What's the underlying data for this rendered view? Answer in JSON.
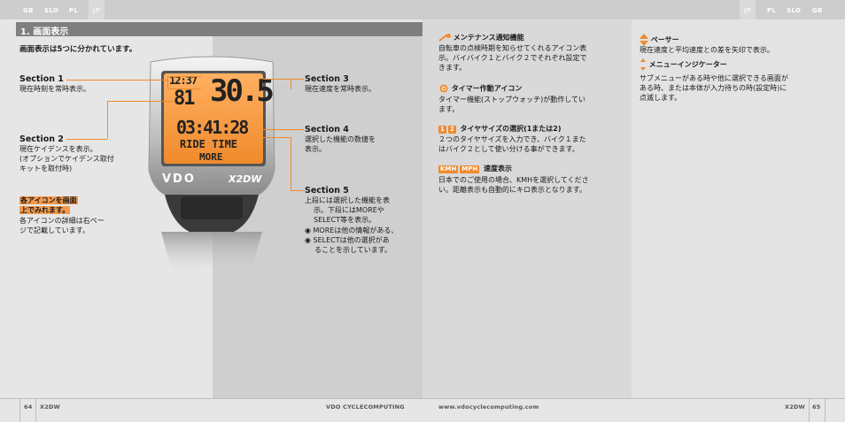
{
  "top_nav_left": [
    "GB",
    "SLO",
    "PL",
    "JP"
  ],
  "top_nav_right": [
    "JP",
    "PL",
    "SLO",
    "GB"
  ],
  "header": {
    "title": "1. 画面表示"
  },
  "intro": "画面表示は5つに分かれています。",
  "sections": {
    "s1": {
      "title": "Section 1",
      "desc": "現在時刻を常時表示。"
    },
    "s2": {
      "title": "Section 2",
      "desc1": "現在ケイデンスを表示。",
      "desc2": "(オプションでケイデンス取付",
      "desc3": "キットを取付時)"
    },
    "s3": {
      "title": "Section 3",
      "desc": "現在速度を常時表示。"
    },
    "s4": {
      "title": "Section 4",
      "desc1": "選択した機能の数値を",
      "desc2": "表示。"
    },
    "s5": {
      "title": "Section 5",
      "desc1": "上段には選択した機能を表",
      "desc2": "示。下段にはMOREや",
      "desc3": "SELECT等を表示。",
      "bullet1a": "MOREは他の情報がある、",
      "bullet2a": "SELECTは他の選択があ",
      "bullet2b": "ることを示しています。"
    }
  },
  "icons_note": {
    "title1": "各アイコンを画面",
    "title2": "上でみれます。",
    "desc1": "各アイコンの詳細は右ペー",
    "desc2": "ジで記載しています。"
  },
  "display": {
    "time": "12:37",
    "speed": "30.5",
    "cadence": "81",
    "value": "03:41:28",
    "function": "RIDE TIME",
    "more": "MORE",
    "brand": "VDO",
    "model": "X2DW"
  },
  "mid": {
    "maint": {
      "title": "メンテナンス通知機能",
      "l1": "自転車の点検時期を知らせてくれるアイコン表",
      "l2": "示。バイバイク１とバイク２でそれぞれ設定で",
      "l3": "きます。"
    },
    "timer": {
      "title": "タイマー作動アイコン",
      "l1": "タイマー機能(ストップウォッチ)が動作してい",
      "l2": "ます。"
    },
    "tire": {
      "title": "タイヤサイズの選択(1または2)",
      "b1": "1",
      "b2": "2",
      "l1": "２つのタイヤサイズを入力でき、バイク１また",
      "l2": "はバイク２として使い分ける事ができます。"
    },
    "unit": {
      "title": "速度表示",
      "kmh": "KMH",
      "mph": "MPH",
      "l1": "日本でのご使用の場合、KMHを選択してくださ",
      "l2": "い。距離表示も自動的にキロ表示となります。"
    }
  },
  "right": {
    "pacer": {
      "title": "ペーサー",
      "l1": "現在速度と平均速度との差を矢印で表示。"
    },
    "menu": {
      "title": "メニューインジケーター",
      "l1": "サブメニューがある時や他に選択できる画面が",
      "l2": "ある時、または本体が入力待ちの時(設定時)に",
      "l3": "点滅します。"
    }
  },
  "footer": {
    "page_left": "64",
    "model_left": "X2DW",
    "brand_center": "VDO CYCLECOMPUTING",
    "url": "www.vdocyclecomputing.com",
    "model_right": "X2DW",
    "page_right": "65"
  },
  "colors": {
    "accent": "#f08a2c",
    "header": "#7f7f7f"
  }
}
